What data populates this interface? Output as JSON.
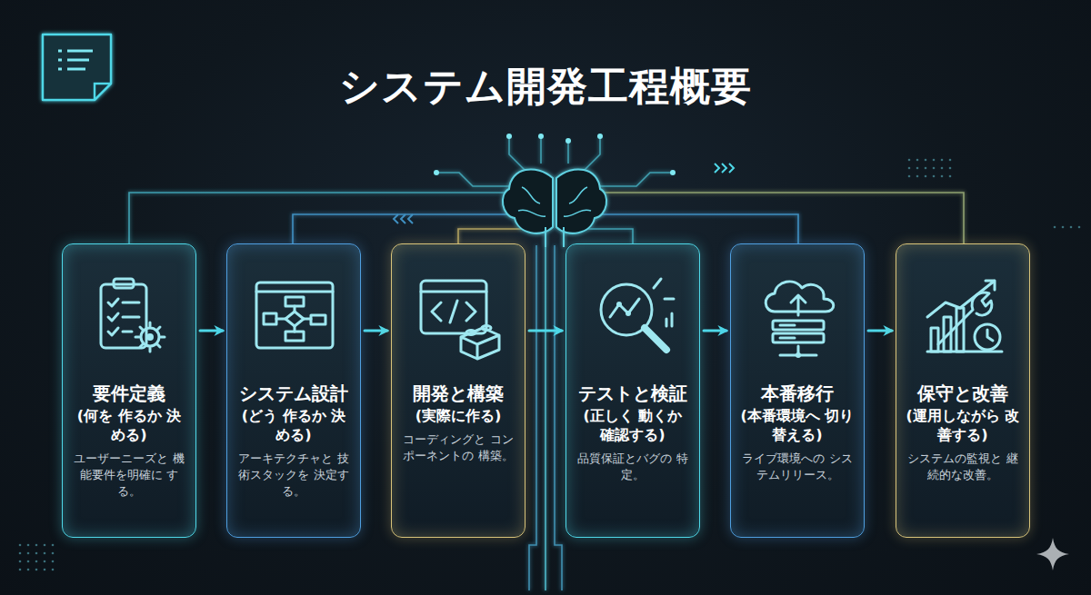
{
  "diagram": {
    "title": "システム開発工程概要",
    "nodes": [
      {
        "text": [
          "要件定義",
          "(何を 作るか 決める)",
          "ユーザーニーズと 機能要件を明確に する。"
        ]
      },
      {
        "text": [
          "システム設計",
          "(どう 作るか 決める)",
          "アーキテクチャと 技術スタックを 決定する。"
        ]
      },
      {
        "text": [
          "開発と構築",
          "(実際に作る)",
          "コーディングと コンポーネントの 構築。"
        ]
      },
      {
        "text": [
          "テストと検証",
          "(正しく 動くか 確認する)",
          "品質保証とバグの 特定。"
        ]
      },
      {
        "text": [
          "本番移行",
          "(本番環境へ 切り替える)",
          "ライブ環境への システムリリース。"
        ]
      },
      {
        "text": [
          "保守と改善",
          "(運用しながら 改善する)",
          "システムの監視と 継続的な改善。"
        ]
      }
    ],
    "edges": [
      {
        "from": 0,
        "to": 1,
        "arrow": "to"
      },
      {
        "from": 1,
        "to": 2,
        "arrow": "to"
      },
      {
        "from": 2,
        "to": 3,
        "arrow": "to"
      },
      {
        "from": 3,
        "to": 4,
        "arrow": "to"
      },
      {
        "from": 4,
        "to": 5,
        "arrow": "to"
      }
    ]
  }
}
